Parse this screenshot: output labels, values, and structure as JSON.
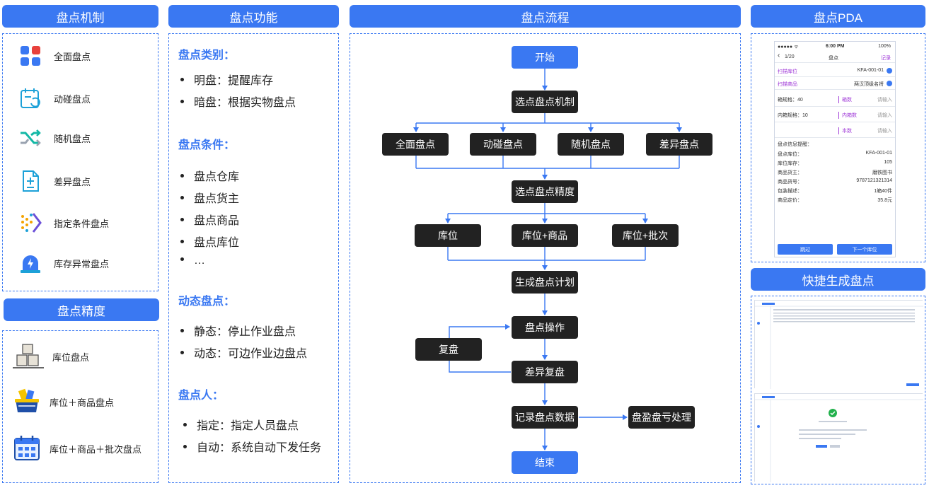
{
  "headers": {
    "mechanism": "盘点机制",
    "function": "盘点功能",
    "process": "盘点流程",
    "pda": "盘点PDA",
    "precision": "盘点精度",
    "quick": "快捷生成盘点"
  },
  "mechanism_items": [
    {
      "label": "全面盘点",
      "icon": "grid-icon"
    },
    {
      "label": "动碰盘点",
      "icon": "calendar-refresh-icon"
    },
    {
      "label": "随机盘点",
      "icon": "shuffle-icon"
    },
    {
      "label": "差异盘点",
      "icon": "document-plusminus-icon"
    },
    {
      "label": "指定条件盘点",
      "icon": "filter-dots-icon"
    },
    {
      "label": "库存异常盘点",
      "icon": "alarm-light-icon"
    }
  ],
  "precision_items": [
    {
      "label": "库位盘点",
      "icon": "boxes-icon"
    },
    {
      "label": "库位＋商品盘点",
      "icon": "basket-icon"
    },
    {
      "label": "库位＋商品＋批次盘点",
      "icon": "calendar-grid-icon"
    }
  ],
  "functions": {
    "category_title": "盘点类别：",
    "category_items": [
      "明盘：提醒库存",
      "暗盘：根据实物盘点"
    ],
    "condition_title": "盘点条件：",
    "condition_items": [
      "盘点仓库",
      "盘点货主",
      "盘点商品",
      "盘点库位",
      "…"
    ],
    "dynamic_title": "动态盘点：",
    "dynamic_items": [
      "静态：停止作业盘点",
      "动态：可边作业边盘点"
    ],
    "person_title": "盘点人：",
    "person_items": [
      "指定：指定人员盘点",
      "自动：系统自动下发任务"
    ]
  },
  "flow": {
    "start": "开始",
    "select_mechanism": "选点盘点机制",
    "mech": [
      "全面盘点",
      "动碰盘点",
      "随机盘点",
      "差异盘点"
    ],
    "select_precision": "选点盘点精度",
    "prec": [
      "库位",
      "库位+商品",
      "库位+批次"
    ],
    "generate_plan": "生成盘点计划",
    "operate": "盘点操作",
    "recheck": "复盘",
    "diff_recheck": "差异复盘",
    "record": "记录盘点数据",
    "profit_loss": "盘盈盘亏处理",
    "end": "结束"
  },
  "pda_screen": {
    "status_left": "●●●●● ᯤ",
    "status_time": "6:00 PM",
    "status_right": "100%",
    "page": "1/20",
    "title": "盘点",
    "action": "记录",
    "scan_location_label": "扫描库位",
    "scan_location_value": "KFA-001-01",
    "scan_goods_label": "扫描商品",
    "scan_goods_value": "两汉顶级名将",
    "box_spec": "箱规格：40",
    "box_count": "箱数",
    "inner_spec": "内箱规格：10",
    "inner_count": "内箱数",
    "unit_count": "本数",
    "input_hint": "请输入",
    "info_title": "盘点信息提醒：",
    "info_rows": [
      {
        "k": "盘点库位：",
        "v": "KFA-001-01"
      },
      {
        "k": "库位库存：",
        "v": "105"
      },
      {
        "k": "商品货主：",
        "v": "磨铁图书"
      },
      {
        "k": "商品货号：",
        "v": "9787121321314"
      },
      {
        "k": "包装描述：",
        "v": "1箱40件"
      },
      {
        "k": "商品定价：",
        "v": "35.8元"
      }
    ],
    "skip": "跳过",
    "next": "下一个库位"
  },
  "colors": {
    "accent": "#3a78f2",
    "box": "#222222",
    "pda_label": "#a03bd8"
  }
}
